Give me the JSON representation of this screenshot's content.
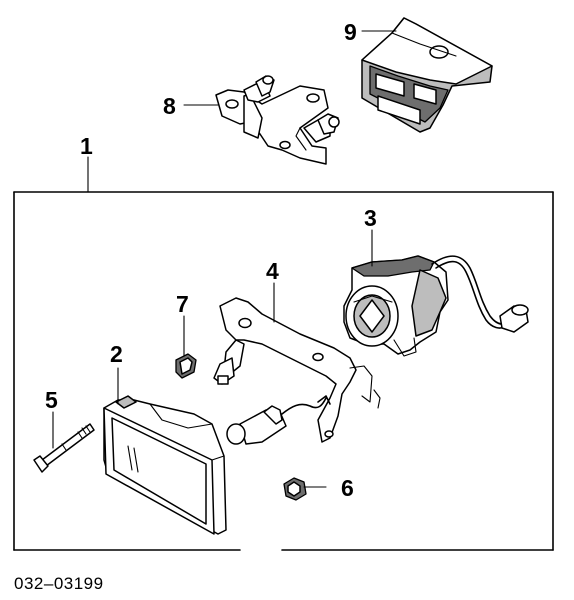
{
  "diagram": {
    "callouts": [
      {
        "id": "1",
        "label": "1"
      },
      {
        "id": "2",
        "label": "2"
      },
      {
        "id": "3",
        "label": "3"
      },
      {
        "id": "4",
        "label": "4"
      },
      {
        "id": "5",
        "label": "5"
      },
      {
        "id": "6",
        "label": "6"
      },
      {
        "id": "7",
        "label": "7"
      },
      {
        "id": "8",
        "label": "8"
      },
      {
        "id": "9",
        "label": "9"
      }
    ],
    "diagram_code": "032–03199"
  }
}
